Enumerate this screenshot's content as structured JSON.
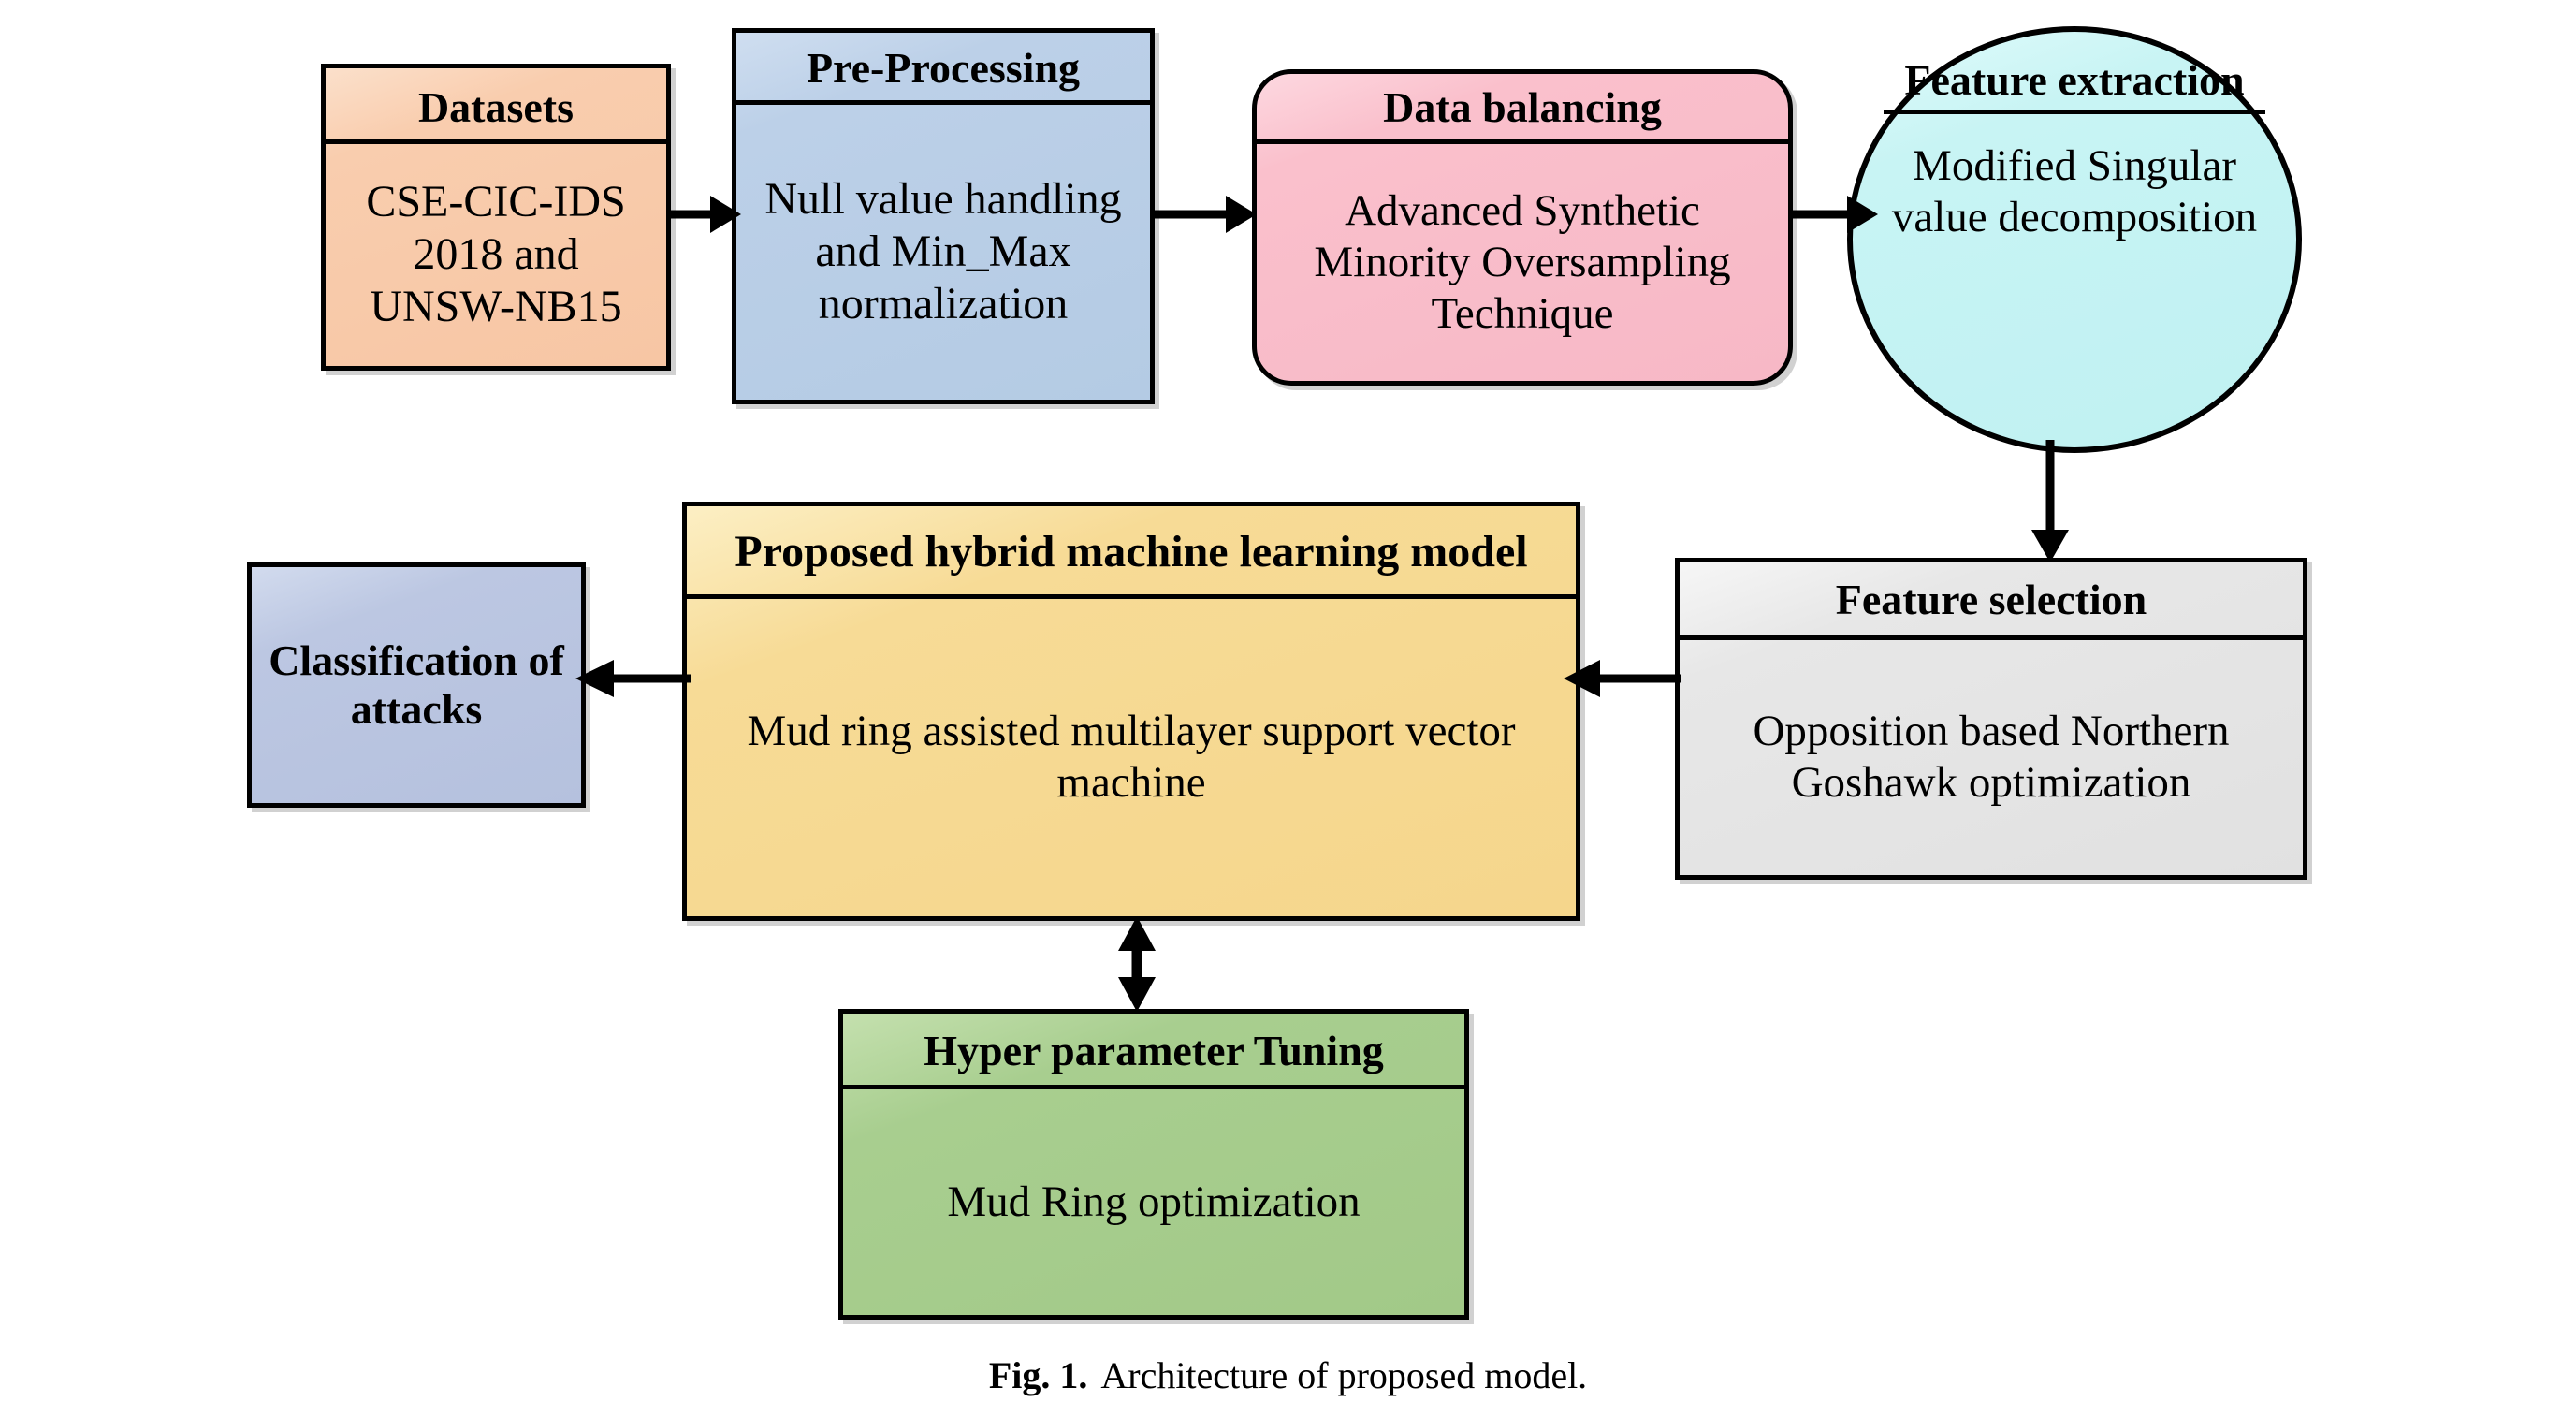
{
  "figure": {
    "number_label": "Fig. 1.",
    "caption": "Architecture of proposed model."
  },
  "palette": {
    "datasets": "#F9CDAE",
    "preprocessing": "#BCD0E8",
    "data_balancing": "#FAC0CC",
    "feature_extraction": "#C8F4F4",
    "feature_selection": "#E7E7E7",
    "hybrid_model": "#F7DB96",
    "classification": "#BCC7E2",
    "hyperparameter": "#A8CE8F",
    "outline": "#000000",
    "background": "#FFFFFF"
  },
  "nodes": {
    "datasets": {
      "title": "Datasets",
      "body": "CSE-CIC-IDS 2018 and UNSW-NB15",
      "shape": "rectangle"
    },
    "preprocessing": {
      "title": "Pre-Processing",
      "body": "Null value handling and Min_Max normalization",
      "shape": "rectangle"
    },
    "data_balancing": {
      "title": "Data balancing",
      "body": "Advanced Synthetic Minority Oversampling Technique",
      "shape": "rounded-rectangle"
    },
    "feature_extraction": {
      "title": "Feature extraction",
      "body": "Modified Singular value decomposition",
      "shape": "ellipse"
    },
    "feature_selection": {
      "title": "Feature selection",
      "body": "Opposition based Northern Goshawk optimization",
      "shape": "rectangle"
    },
    "hybrid_model": {
      "title": "Proposed hybrid machine learning model",
      "body": "Mud ring assisted multilayer support vector machine",
      "shape": "rectangle"
    },
    "classification": {
      "title": "Classification of attacks",
      "body": "",
      "shape": "rectangle"
    },
    "hyperparameter": {
      "title": "Hyper parameter Tuning",
      "body": "Mud Ring optimization",
      "shape": "rectangle"
    }
  },
  "connectors": [
    {
      "id": "datasets-to-preprocessing",
      "from": "datasets",
      "to": "preprocessing",
      "direction": "right",
      "style": "single-arrow"
    },
    {
      "id": "preprocessing-to-data-balancing",
      "from": "preprocessing",
      "to": "data_balancing",
      "direction": "right",
      "style": "single-arrow"
    },
    {
      "id": "data-balancing-to-feature-extraction",
      "from": "data_balancing",
      "to": "feature_extraction",
      "direction": "right",
      "style": "single-arrow"
    },
    {
      "id": "feature-extraction-to-feature-selection",
      "from": "feature_extraction",
      "to": "feature_selection",
      "direction": "down",
      "style": "single-arrow"
    },
    {
      "id": "feature-selection-to-hybrid-model",
      "from": "feature_selection",
      "to": "hybrid_model",
      "direction": "left",
      "style": "single-arrow"
    },
    {
      "id": "hybrid-model-to-classification",
      "from": "hybrid_model",
      "to": "classification",
      "direction": "left",
      "style": "single-arrow"
    },
    {
      "id": "hybrid-model-hyperparameter",
      "from": "hybrid_model",
      "to": "hyperparameter",
      "direction": "vertical",
      "style": "double-arrow"
    }
  ]
}
